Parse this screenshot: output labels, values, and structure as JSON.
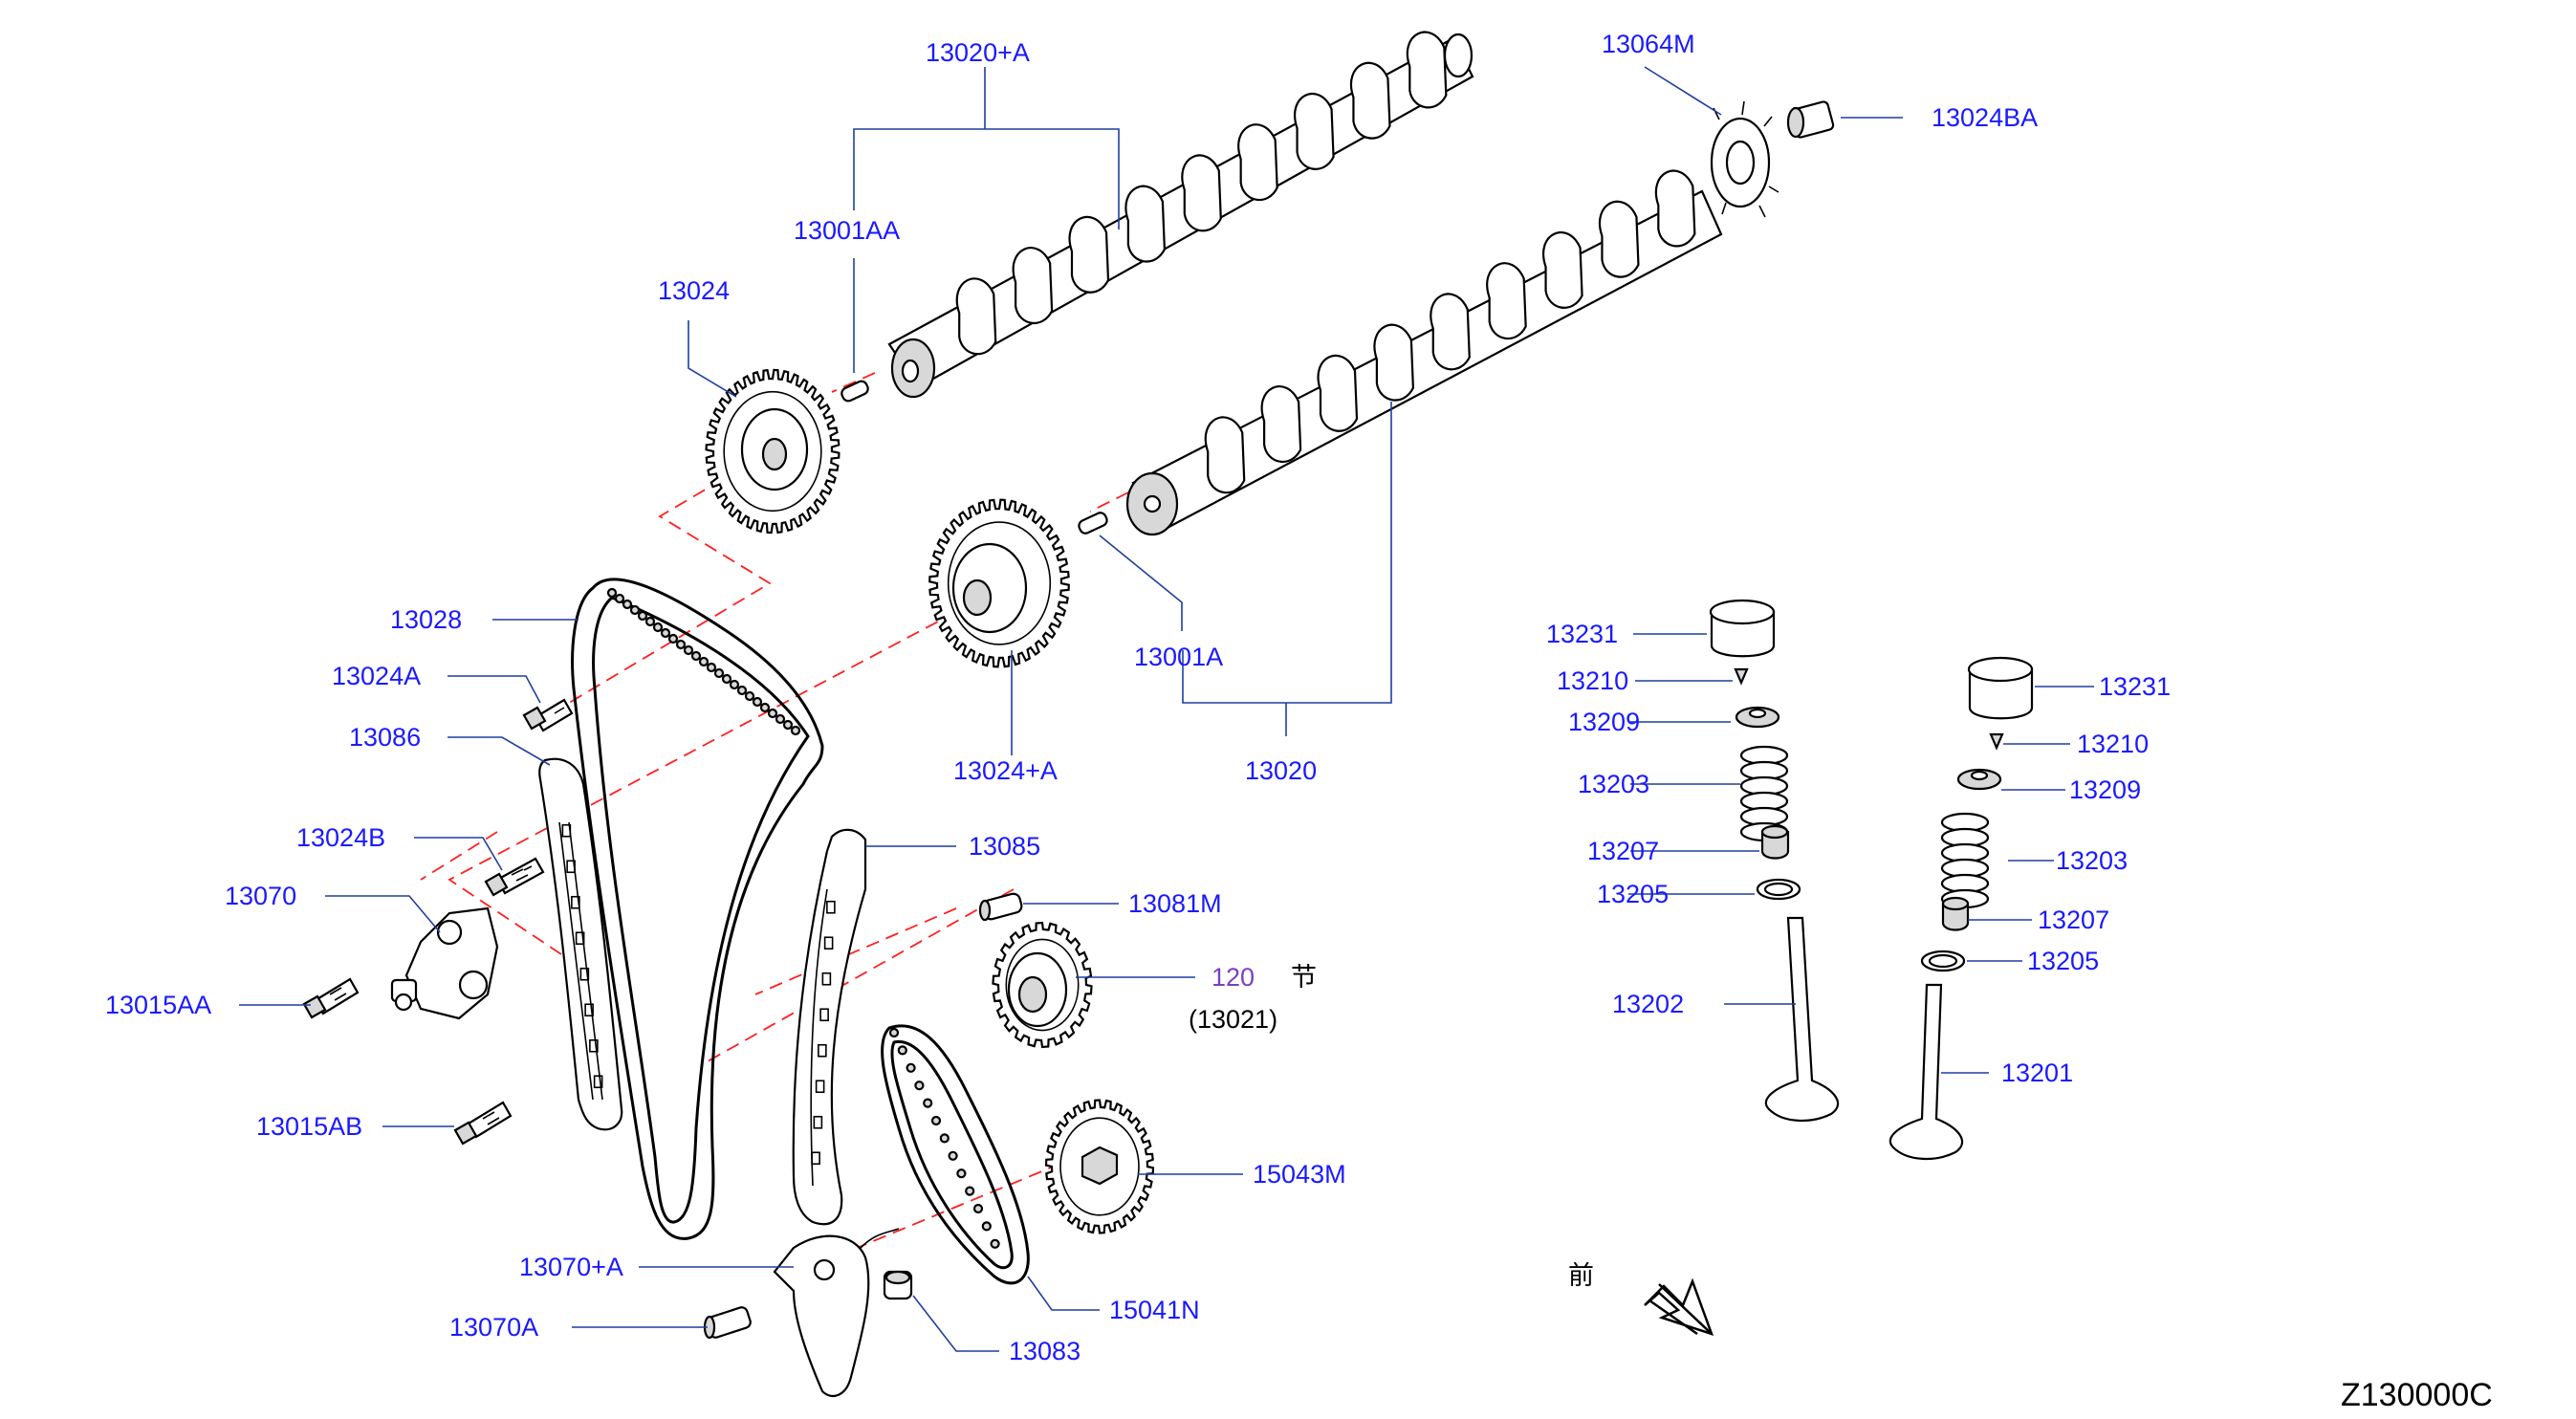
{
  "labels": {
    "l13020A": "13020+A",
    "l13001AA": "13001AA",
    "l13064M": "13064M",
    "l13024BA": "13024BA",
    "l13024": "13024",
    "l13028": "13028",
    "l13024A": "13024A",
    "l13086": "13086",
    "l13024B": "13024B",
    "l13070": "13070",
    "l13015AA": "13015AA",
    "l13015AB": "13015AB",
    "l13070pA": "13070+A",
    "l13070A": "13070A",
    "l13083": "13083",
    "l15041N": "15041N",
    "l15043M": "15043M",
    "l120": "120",
    "l120kanji": "节",
    "l13021": "(13021)",
    "l13081M": "13081M",
    "l13085": "13085",
    "l13024pA": "13024+A",
    "l13001A": "13001A",
    "l13020": "13020",
    "l13231a": "13231",
    "l13210a": "13210",
    "l13209a": "13209",
    "l13203a": "13203",
    "l13207a": "13207",
    "l13205a": "13205",
    "l13202": "13202",
    "l13231b": "13231",
    "l13210b": "13210",
    "l13209b": "13209",
    "l13203b": "13203",
    "l13207b": "13207",
    "l13205b": "13205",
    "l13201": "13201",
    "front": "前",
    "code": "Z130000C"
  },
  "colors": {
    "callout": "#1a1aff",
    "reference": "#7a3fbf",
    "leader": "#1f3f9f",
    "centerline": "#ff2020",
    "linework": "#000000"
  }
}
